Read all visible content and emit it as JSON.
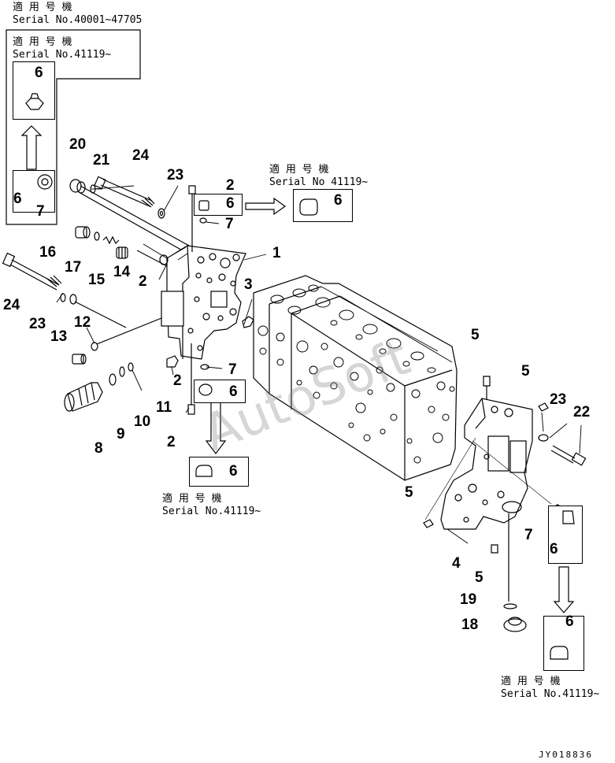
{
  "notes": {
    "top_outer": {
      "line1": "適 用 号 機",
      "line2": "Serial No.40001~47705"
    },
    "top_inner": {
      "line1": "適 用 号 機",
      "line2": "Serial No.41119~"
    },
    "upper_right": {
      "line1": "適 用 号 機",
      "line2": "Serial No 41119~"
    },
    "middle_bottom": {
      "line1": "適 用 号 機",
      "line2": "Serial No.41119~"
    },
    "bottom_right": {
      "line1": "適 用 号 機",
      "line2": "Serial No.41119~"
    }
  },
  "part_labels": {
    "p1": "1",
    "p2a": "2",
    "p2b": "2",
    "p2c": "2",
    "p2d": "2",
    "p3": "3",
    "p4": "4",
    "p5a": "5",
    "p5b": "5",
    "p5c": "5",
    "p5d": "5",
    "p6a": "6",
    "p6b": "6",
    "p6c": "6",
    "p6d": "6",
    "p6e": "6",
    "p6f": "6",
    "p6g": "6",
    "p6h": "6",
    "p7a": "7",
    "p7b": "7",
    "p7c": "7",
    "p7d": "7",
    "p8": "8",
    "p9": "9",
    "p10": "10",
    "p11": "11",
    "p12": "12",
    "p13": "13",
    "p14": "14",
    "p15": "15",
    "p16": "16",
    "p17": "17",
    "p18": "18",
    "p19": "19",
    "p20": "20",
    "p21": "21",
    "p22": "22",
    "p23a": "23",
    "p23b": "23",
    "p23c": "23",
    "p24a": "24",
    "p24b": "24"
  },
  "watermark": "AutoSoft",
  "drawing_code": "JY018836",
  "colors": {
    "ink": "#000000",
    "paper": "#ffffff",
    "watermark": "#828282"
  }
}
